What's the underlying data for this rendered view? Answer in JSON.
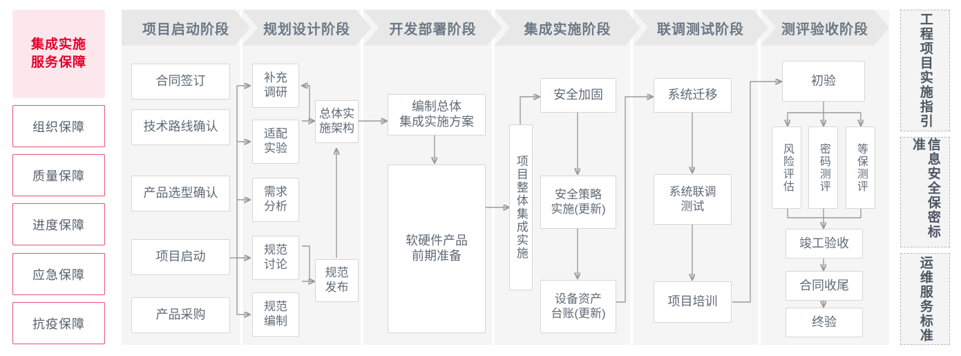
{
  "guarantee": {
    "title": "集成实施\n服务保障",
    "title_line1": "集成实施",
    "title_line2": "服务保障",
    "items": [
      {
        "label": "组织保障"
      },
      {
        "label": "质量保障"
      },
      {
        "label": "进度保障"
      },
      {
        "label": "应急保障"
      },
      {
        "label": "抗疫保障"
      }
    ]
  },
  "phases": [
    {
      "id": "phase-1",
      "label": "项目启动阶段"
    },
    {
      "id": "phase-2",
      "label": "规划设计阶段"
    },
    {
      "id": "phase-3",
      "label": "开发部署阶段"
    },
    {
      "id": "phase-4",
      "label": "集成实施阶段"
    },
    {
      "id": "phase-5",
      "label": "联调测试阶段"
    },
    {
      "id": "phase-6",
      "label": "测评验收阶段"
    }
  ],
  "nodes": {
    "p1": [
      {
        "id": "n-contract-sign",
        "label": "合同签订"
      },
      {
        "id": "n-tech-route-confirm",
        "label": "技术路线确认"
      },
      {
        "id": "n-product-select",
        "label": "产品选型确认"
      },
      {
        "id": "n-project-kickoff",
        "label": "项目启动"
      },
      {
        "id": "n-product-purchase",
        "label": "产品采购"
      }
    ],
    "p2": [
      {
        "id": "n-supplement-research",
        "label": "补充\n调研",
        "l1": "补充",
        "l2": "调研"
      },
      {
        "id": "n-adapt-experiment",
        "label": "适配\n实验",
        "l1": "适配",
        "l2": "实验"
      },
      {
        "id": "n-requirement-analysis",
        "label": "需求\n分析",
        "l1": "需求",
        "l2": "分析"
      },
      {
        "id": "n-spec-discussion",
        "label": "规范\n讨论",
        "l1": "规范",
        "l2": "讨论"
      },
      {
        "id": "n-spec-drafting",
        "label": "规范\n编制",
        "l1": "规范",
        "l2": "编制"
      },
      {
        "id": "n-overall-architecture",
        "label": "总体实\n施架构",
        "l1": "总体实",
        "l2": "施架构"
      },
      {
        "id": "n-spec-release",
        "label": "规范\n发布",
        "l1": "规范",
        "l2": "发布"
      }
    ],
    "p3": [
      {
        "id": "n-overall-plan",
        "label": "编制总体\n集成实施方案",
        "l1": "编制总体",
        "l2": "集成实施方案"
      },
      {
        "id": "n-hw-sw-prepare",
        "label": "软硬件产品\n前期准备",
        "l1": "软硬件产品",
        "l2": "前期准备"
      }
    ],
    "p4": [
      {
        "id": "n-overall-integration",
        "label": "项目整体集成实施"
      },
      {
        "id": "n-security-hardening",
        "label": "安全加固"
      },
      {
        "id": "n-security-policy",
        "label": "安全策略\n实施(更新)",
        "l1": "安全策略",
        "l2": "实施(更新)"
      },
      {
        "id": "n-asset-ledger",
        "label": "设备资产\n台账(更新)",
        "l1": "设备资产",
        "l2": "台账(更新)"
      }
    ],
    "p5": [
      {
        "id": "n-system-migration",
        "label": "系统迁移"
      },
      {
        "id": "n-system-joint-test",
        "label": "系统联调\n测试",
        "l1": "系统联调",
        "l2": "测试"
      },
      {
        "id": "n-project-training",
        "label": "项目培训"
      }
    ],
    "p6": [
      {
        "id": "n-initial-acceptance",
        "label": "初验"
      },
      {
        "id": "n-risk-assessment",
        "label": "风险评估"
      },
      {
        "id": "n-crypto-evaluation",
        "label": "密码测评"
      },
      {
        "id": "n-mlps-evaluation",
        "label": "等保测评"
      },
      {
        "id": "n-completion-accept",
        "label": "竣工验收"
      },
      {
        "id": "n-contract-closure",
        "label": "合同收尾"
      },
      {
        "id": "n-final-acceptance",
        "label": "终验"
      }
    ]
  },
  "standards": [
    {
      "id": "std-engineering",
      "label": "工程项目实施指引"
    },
    {
      "id": "std-infosec",
      "label": "信息安全保密标准"
    },
    {
      "id": "std-ops",
      "label": "运维服务标准"
    }
  ],
  "colors": {
    "brand_red": "#e3002b",
    "brand_pink_fill": "#fce8ec",
    "brand_border": "#e8506f",
    "phase_header_gray": "#e8e8e8",
    "phase_panel_gray": "#f5f5f5",
    "node_border": "#d6d6d6",
    "text_gray": "#5f6a76",
    "wire_gray": "#9a9a9a",
    "standards_fill": "#f4f4f4",
    "standards_border": "#b9b9b9"
  }
}
